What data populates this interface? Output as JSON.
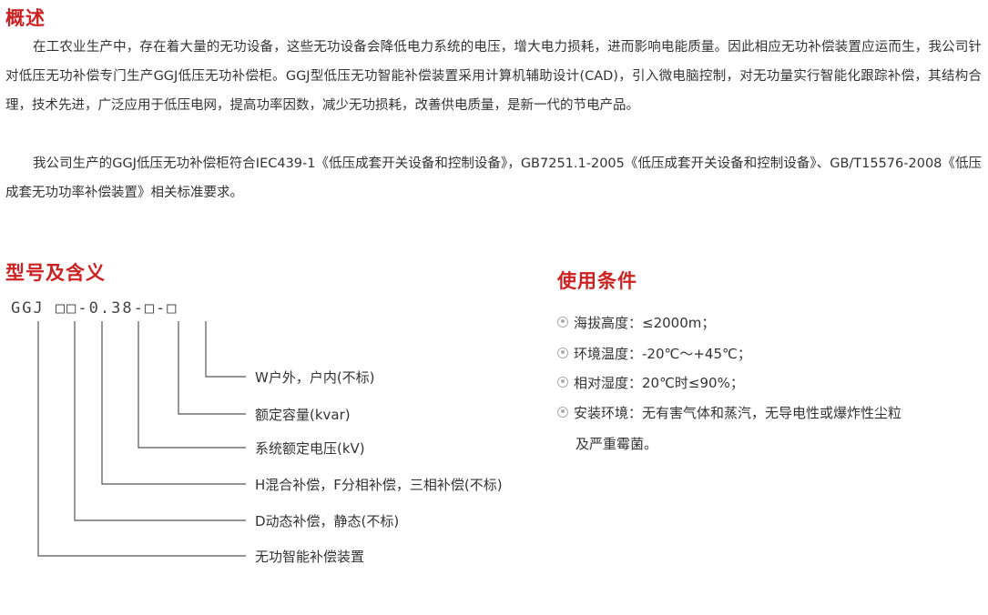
{
  "overview": {
    "title": "概述",
    "paragraph1": "在工农业生产中，存在着大量的无功设备，这些无功设备会降低电力系统的电压，增大电力损耗，进而影响电能质量。因此相应无功补偿装置应运而生，我公司针对低压无功补偿专门生产GGJ低压无功补偿柜。GGJ型低压无功智能补偿装置采用计算机辅助设计(CAD)，引入微电脑控制，对无功量实行智能化跟踪补偿，其结构合理，技术先进，广泛应用于低压电网，提高功率因数，减少无功损耗，改善供电质量，是新一代的节电产品。",
    "paragraph2": "我公司生产的GGJ低压无功补偿柜符合IEC439-1《低压成套开关设备和控制设备》，GB7251.1-2005《低压成套开关设备和控制设备》、GB/T15576-2008《低压成套无功功率补偿装置》相关标准要求。"
  },
  "model": {
    "title": "型号及含义",
    "code": "GGJ □□-0.38-□-□",
    "legend": [
      "W户外，户内(不标)",
      "额定容量(kvar)",
      "系统额定电压(kV)",
      "H混合补偿，F分相补偿，三相补偿(不标)",
      "D动态补偿，静态(不标)",
      "无功智能补偿装置"
    ]
  },
  "conditions": {
    "title": "使用条件",
    "items": [
      "海拔高度：≤2000m；",
      "环境温度：-20℃～+45℃；",
      "相对湿度：20℃时≤90%；",
      "安装环境：无有害气体和蒸汽，无导电性或爆炸性尘粒"
    ],
    "item4_cont": "及严重霉菌。"
  },
  "colors": {
    "title": "#cc2222",
    "text": "#333333",
    "line": "#555555"
  }
}
